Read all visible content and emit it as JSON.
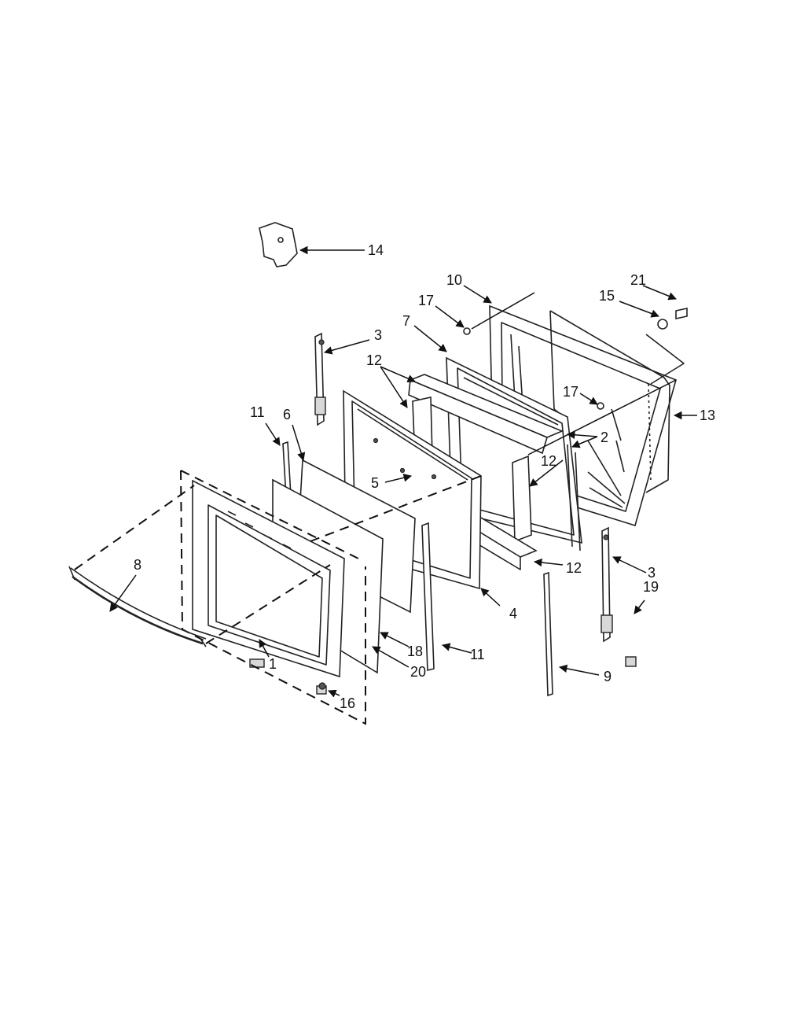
{
  "diagram": {
    "callouts": [
      "10",
      "21",
      "15",
      "17",
      "7",
      "14",
      "3",
      "12",
      "13",
      "17",
      "11",
      "6",
      "2",
      "5",
      "12",
      "8",
      "12",
      "3",
      "19",
      "4",
      "18",
      "11",
      "1",
      "20",
      "9",
      "16"
    ]
  }
}
